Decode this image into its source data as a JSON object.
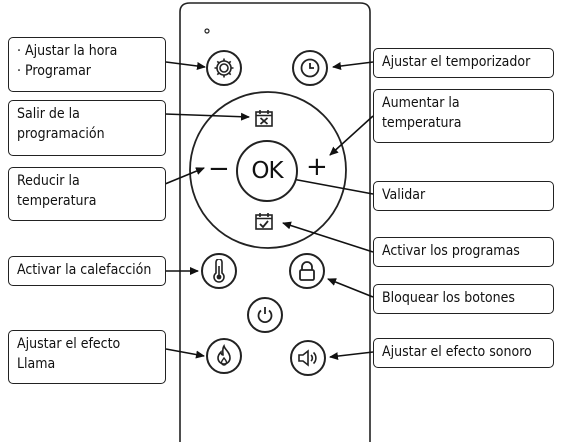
{
  "labels": {
    "settings_line1": "Ajustar la hora",
    "settings_line2": "Programar",
    "timer": "Ajustar el temporizador",
    "exit_program_line1": "Salir de la",
    "exit_program_line2": "programación",
    "temp_up_line1": "Aumentar la",
    "temp_up_line2": "temperatura",
    "temp_down_line1": "Reducir la",
    "temp_down_line2": "temperatura",
    "validate": "Validar",
    "activate_programs": "Activar los programas",
    "heating": "Activar la calefacción",
    "lock": "Bloquear los botones",
    "flame_line1": "Ajustar el efecto",
    "flame_line2": "Llama",
    "sound": "Ajustar el efecto sonoro"
  },
  "remote": {
    "ok_label": "OK",
    "plus_symbol": "+",
    "minus_symbol": "−"
  },
  "icons": [
    "gear-icon",
    "clock-icon",
    "calendar-x-icon",
    "calendar-check-icon",
    "thermometer-icon",
    "lock-icon",
    "power-icon",
    "flame-icon",
    "speaker-icon"
  ]
}
